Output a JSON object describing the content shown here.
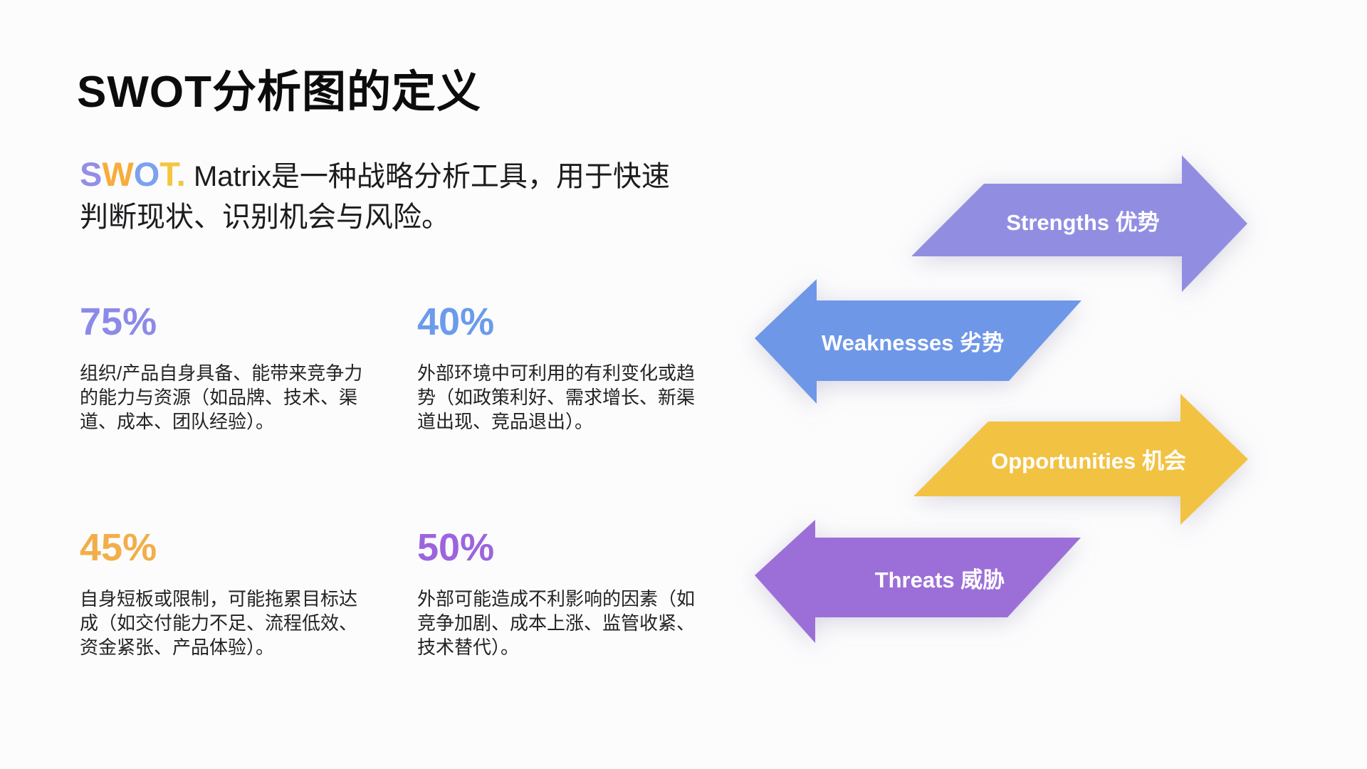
{
  "slide": {
    "title": "SWOT分析图的定义",
    "intro": {
      "acronym": {
        "s": "S",
        "w": "W",
        "o": "O",
        "t": "T",
        "period": "."
      },
      "letter_colors": {
        "s": "#938FE6",
        "w": "#F7AC3B",
        "o": "#7BA1EF",
        "t": "#F5C63C",
        "period": "#F0C83C"
      },
      "text": " Matrix是一种战略分析工具，用于快速判断现状、识别机会与风险。"
    },
    "stats": [
      {
        "value": "75%",
        "color": "#8C8AE8",
        "description": "组织/产品自身具备、能带来竞争力的能力与资源（如品牌、技术、渠道、成本、团队经验）。"
      },
      {
        "value": "40%",
        "color": "#6B9BEB",
        "description": "外部环境中可利用的有利变化或趋势（如政策利好、需求增长、新渠道出现、竞品退出）。"
      },
      {
        "value": "45%",
        "color": "#F2AE49",
        "description": "自身短板或限制，可能拖累目标达成（如交付能力不足、流程低效、资金紧张、产品体验）。"
      },
      {
        "value": "50%",
        "color": "#9C64DE",
        "description": "外部可能造成不利影响的因素（如竞争加剧、成本上涨、监管收紧、技术替代）。"
      }
    ],
    "arrows": [
      {
        "label": "Strengths 优势",
        "direction": "right",
        "color": "#918EE2"
      },
      {
        "label": "Weaknesses 劣势",
        "direction": "left",
        "color": "#6E97E8"
      },
      {
        "label": "Opportunities 机会",
        "direction": "right",
        "color": "#F2C243"
      },
      {
        "label": "Threats 威胁",
        "direction": "left",
        "color": "#9C6FD8"
      }
    ],
    "background_color": "#fcfcfd"
  }
}
